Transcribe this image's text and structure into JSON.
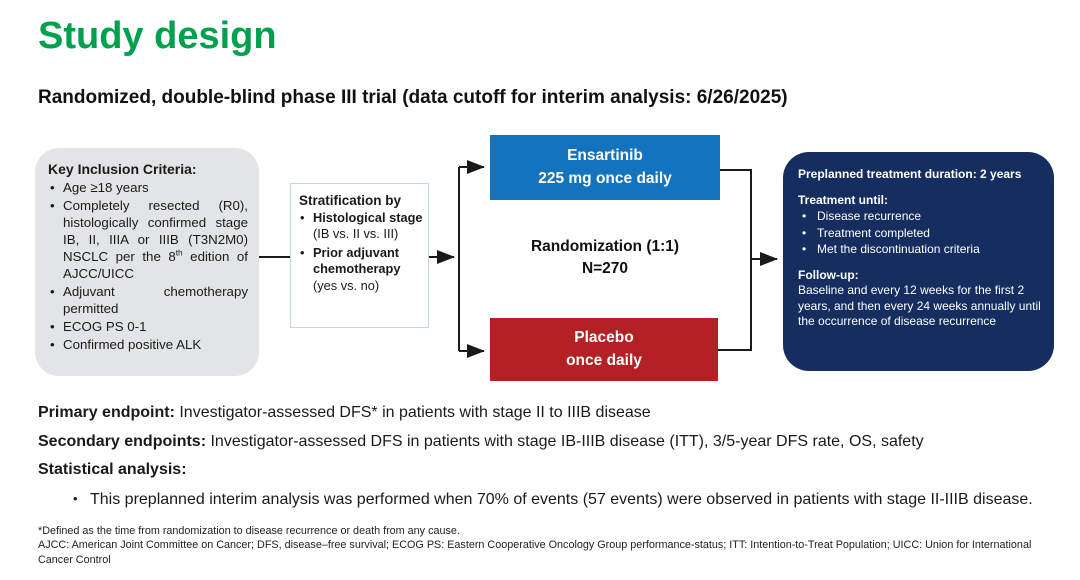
{
  "colors": {
    "title_green": "#00A04D",
    "ensartinib_blue": "#1473BE",
    "placebo_red": "#B32125",
    "treatment_navy": "#152D5F",
    "inclusion_gray": "#E3E4E5",
    "stratification_border": "#BDD7EE"
  },
  "header": {
    "title": "Study design",
    "subtitle": "Randomized, double-blind phase III trial (data cutoff for interim analysis: 6/26/2025)"
  },
  "diagram": {
    "inclusion_box": {
      "heading": "Key Inclusion Criteria:",
      "item1": "Age ≥18 years",
      "item2_part1": "Completely resected (R0), histologically confirmed stage IB, II, IIIA or IIIB (T3N2M0) NSCLC per the 8",
      "item2_sup": "th",
      "item2_part2": " edition of AJCC/UICC",
      "item3": "Adjuvant chemotherapy permitted",
      "item4": "ECOG PS 0-1",
      "item5": "Confirmed positive ALK"
    },
    "stratification_box": {
      "heading": "Stratification by",
      "item1_bold": "Histological stage",
      "item1_rest": " (IB vs. II vs. III)",
      "item2_bold": "Prior adjuvant chemotherapy",
      "item2_rest": " (yes vs. no)"
    },
    "ensartinib_box": {
      "line1": "Ensartinib",
      "line2": "225 mg once daily"
    },
    "randomization": {
      "line1": "Randomization (1:1)",
      "line2": "N=270"
    },
    "placebo_box": {
      "line1": "Placebo",
      "line2": "once daily"
    },
    "treatment_box": {
      "heading": "Preplanned treatment duration: 2 years",
      "until_heading": "Treatment until:",
      "until_items": [
        "Disease recurrence",
        "Treatment completed",
        "Met the discontinuation criteria"
      ],
      "followup_heading": "Follow-up:",
      "followup_text": "Baseline and every 12 weeks for the first 2 years, and then every 24 weeks annually until the occurrence of disease recurrence"
    }
  },
  "endpoints": {
    "primary_label": "Primary endpoint:",
    "primary_text": " Investigator-assessed DFS* in patients with stage II to IIIB disease",
    "secondary_label": "Secondary endpoints:",
    "secondary_text": " Investigator-assessed DFS in patients with stage IB-IIIB disease (ITT), 3/5-year DFS rate, OS, safety",
    "statistical_label": "Statistical analysis:",
    "statistical_bullet": "This preplanned interim analysis was performed when 70% of events (57 events) were observed in patients with stage II-IIIB disease."
  },
  "footnotes": {
    "line1": "*Defined as the time from randomization to disease recurrence or death from any cause.",
    "line2": "AJCC: American Joint Committee on Cancer; DFS, disease–free survival; ECOG PS: Eastern Cooperative Oncology Group performance-status; ITT: Intention-to-Treat Population; UICC: Union for International Cancer Control"
  }
}
